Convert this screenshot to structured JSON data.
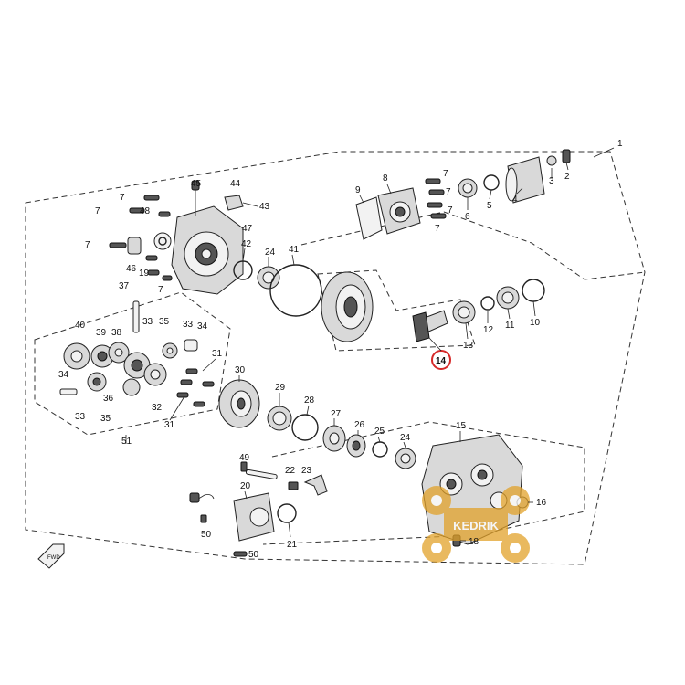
{
  "callouts": {
    "c1": "1",
    "c2": "2",
    "c3": "3",
    "c4": "4",
    "c5": "5",
    "c6": "6",
    "c7a": "7",
    "c7b": "7",
    "c7c": "7",
    "c7d": "7",
    "c7e": "7",
    "c7f": "7",
    "c7g": "7",
    "c7h": "7",
    "c8": "8",
    "c9": "9",
    "c10": "10",
    "c11": "11",
    "c12": "12",
    "c13": "13",
    "c14": "14",
    "c15": "15",
    "c16": "16",
    "c18": "18",
    "c19": "19",
    "c20": "20",
    "c21": "21",
    "c22": "22",
    "c23": "23",
    "c24a": "24",
    "c24b": "24",
    "c25": "25",
    "c26": "26",
    "c27": "27",
    "c28": "28",
    "c29": "29",
    "c30": "30",
    "c31a": "31",
    "c31b": "31",
    "c32": "32",
    "c33a": "33",
    "c33b": "33",
    "c33c": "33",
    "c34a": "34",
    "c34b": "34",
    "c35a": "35",
    "c35b": "35",
    "c36": "36",
    "c37": "37",
    "c38": "38",
    "c39": "39",
    "c40": "40",
    "c41": "41",
    "c42": "42",
    "c43": "43",
    "c44": "44",
    "c45": "45",
    "c46": "46",
    "c47": "47",
    "c48": "48",
    "c49": "49",
    "c50a": "50",
    "c50b": "50",
    "c51": "51"
  },
  "direction_marker": "FWD",
  "watermark": {
    "text": "KEDRIK",
    "color": "#e2a22a"
  },
  "highlight_color": "#d62828"
}
